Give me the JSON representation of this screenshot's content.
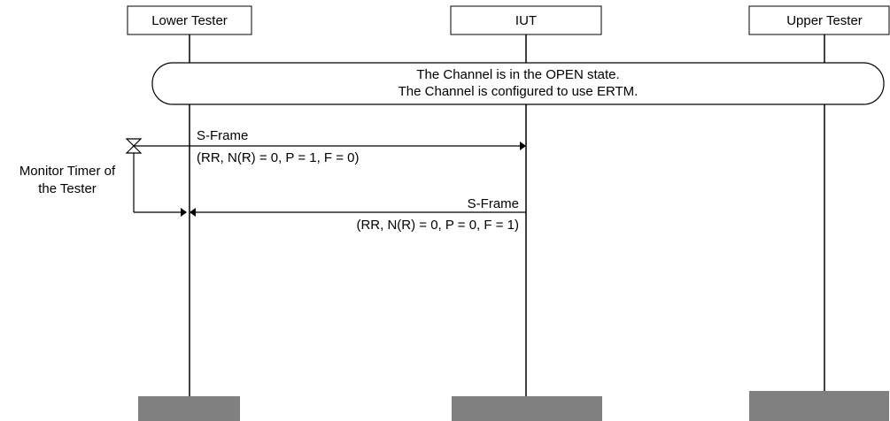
{
  "participants": {
    "lower_tester": "Lower Tester",
    "iut": "IUT",
    "upper_tester": "Upper Tester"
  },
  "condition": {
    "line1": "The Channel is in the OPEN state.",
    "line2": "The Channel is configured to use ERTM."
  },
  "messages": [
    {
      "name": "S-Frame",
      "params": "(RR, N(R) = 0, P = 1, F = 0)",
      "from": "Lower Tester",
      "to": "IUT"
    },
    {
      "name": "S-Frame",
      "params": "(RR, N(R) = 0, P = 0, F = 1)",
      "from": "IUT",
      "to": "Lower Tester"
    }
  ],
  "timer": {
    "line1": "Monitor Timer of",
    "line2": "the Tester"
  },
  "colors": {
    "line": "#000000",
    "end_box": "#808080",
    "background": "#ffffff"
  }
}
